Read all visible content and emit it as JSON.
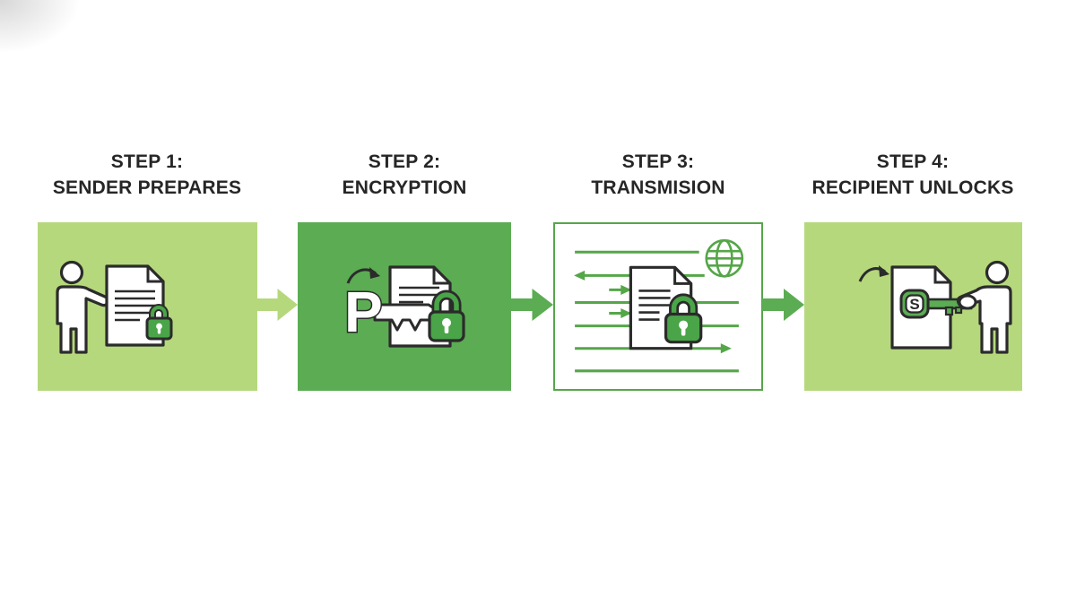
{
  "diagram": {
    "topic": "encrypted-document-transfer-process",
    "colors": {
      "light_green": "#b5d87c",
      "solid_green": "#5bac53",
      "outline_green": "#55a649",
      "lock_green": "#4aa448",
      "dark_outline": "#2b2b2b",
      "heading_text": "#262626",
      "background": "#ffffff"
    },
    "steps": [
      {
        "step": "STEP 1:",
        "label": "SENDER PREPARES",
        "box_style": "light-green-filled",
        "icon": "person-presents-document-with-padlock"
      },
      {
        "step": "STEP 2:",
        "label": "ENCRYPTION",
        "box_style": "solid-green-filled",
        "icon": "p-key-document-with-large-padlock",
        "key_glyph": "P"
      },
      {
        "step": "STEP 3:",
        "label": "TRANSMISION",
        "box_style": "white-green-outline",
        "icon": "locked-document-transmission-lines-globe"
      },
      {
        "step": "STEP 4:",
        "label": "RECIPIENT UNLOCKS",
        "box_style": "light-green-filled",
        "icon": "person-pulls-key-from-document",
        "key_glyph": "S"
      }
    ],
    "connectors": [
      {
        "from": "step-1",
        "to": "step-2",
        "style": "light-green-arrow-right"
      },
      {
        "from": "step-2",
        "to": "step-3",
        "style": "green-arrow-right"
      },
      {
        "from": "step-3",
        "to": "step-4",
        "style": "green-arrow-right"
      }
    ]
  }
}
